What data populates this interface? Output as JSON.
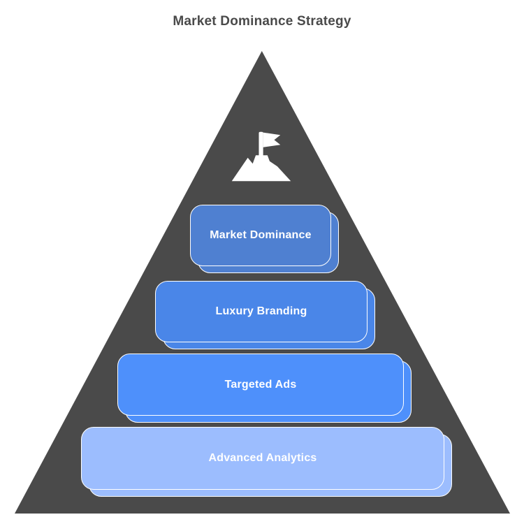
{
  "title": "Market Dominance Strategy",
  "colors": {
    "title_text": "#4a4a4a",
    "pyramid_fill": "#4a4a4a",
    "level_text": "#ffffff",
    "card_border": "#ffffff",
    "icon_fill": "#ffffff"
  },
  "icon": {
    "name": "summit-flag-icon"
  },
  "pyramid": {
    "levels": [
      {
        "label": "Market Dominance",
        "fill": "#4f80d1"
      },
      {
        "label": "Luxury Branding",
        "fill": "#4a86e8"
      },
      {
        "label": "Targeted Ads",
        "fill": "#4e90fb"
      },
      {
        "label": "Advanced Analytics",
        "fill": "#9cbdfe"
      }
    ]
  }
}
